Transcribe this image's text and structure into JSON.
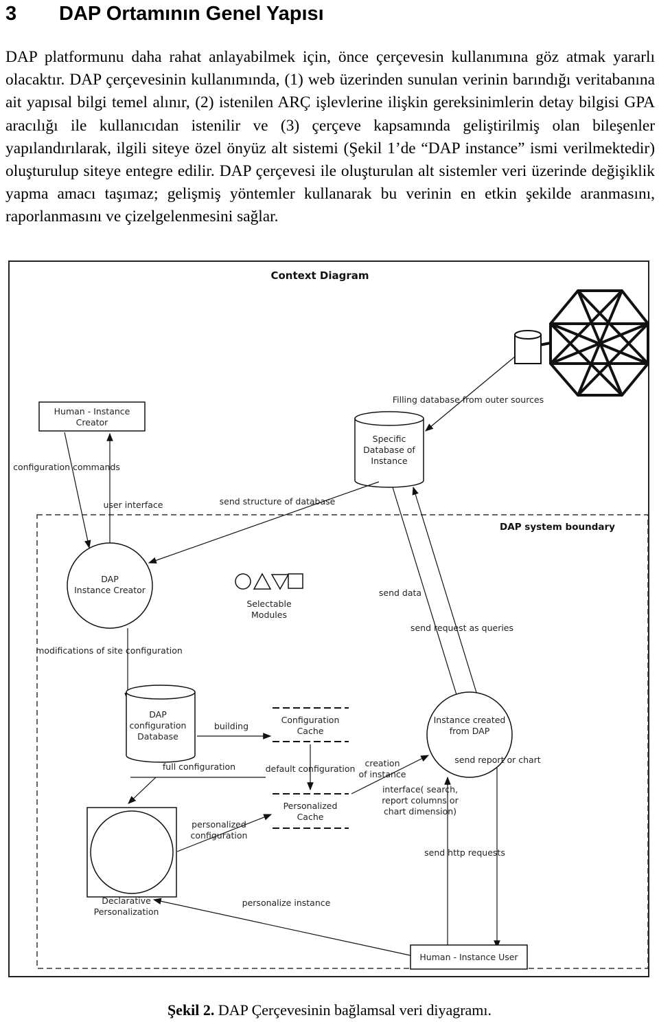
{
  "section": {
    "number": "3",
    "title": "DAP Ortamının Genel Yapısı"
  },
  "paragraph": "DAP platformunu daha rahat anlayabilmek için, önce çerçevesin kullanımına göz atmak yararlı olacaktır. DAP çerçevesinin kullanımında, (1) web üzerinden sunulan verinin barındığı veritabanına ait yapısal bilgi temel alınır, (2) istenilen ARÇ işlevlerine ilişkin gereksinimlerin detay bilgisi GPA aracılığı ile kullanıcıdan istenilir ve (3) çerçeve kapsamında geliştirilmiş olan bileşenler yapılandırılarak, ilgili siteye özel önyüz alt sistemi (Şekil 1’de “DAP instance” ismi verilmektedir) oluşturulup siteye entegre edilir. DAP çerçevesi ile oluşturulan alt sistemler veri üzerinde değişiklik yapma amacı taşımaz; gelişmiş yöntemler kullanarak bu verinin en etkin şekilde aranmasını, raporlanmasını ve çizelgelenmesini sağlar.",
  "diagram": {
    "title": "Context Diagram",
    "boundary_label": "DAP system boundary",
    "nodes": {
      "human_creator": [
        "Human - Instance",
        "Creator"
      ],
      "specific_db": [
        "Specific",
        "Database of",
        "Instance"
      ],
      "instance_creator": [
        "DAP",
        "Instance Creator"
      ],
      "selectable_modules": [
        "Selectable",
        "Modules"
      ],
      "config_db": [
        "DAP",
        "configuration",
        "Database"
      ],
      "config_cache": [
        "Configuration",
        "Cache"
      ],
      "personalized_cache": [
        "Personalized",
        "Cache"
      ],
      "instance_created": [
        "Instance created",
        "from DAP"
      ],
      "declarative": [
        "Declarative",
        "Personalization"
      ],
      "human_user": "Human - Instance User"
    },
    "labels": {
      "filling_db": "Filling database from outer sources",
      "config_commands": "configuration commands",
      "user_interface": "user interface",
      "send_structure": "send structure of database",
      "send_data": "send data",
      "send_request": "send request as queries",
      "modifications": "modifications of site configuration",
      "building": "building",
      "full_configuration": "full configuration",
      "default_configuration": "default configuration",
      "creation": [
        "creation",
        "of instance"
      ],
      "send_report": "send report or chart",
      "interface": [
        "interface( search,",
        "report columns or",
        "chart dimension)"
      ],
      "personalized_configuration": [
        "personalized",
        "configuration"
      ],
      "send_http": "send http requests",
      "personalize_instance": "personalize instance"
    }
  },
  "caption": {
    "label": "Şekil 2.",
    "text": "DAP Çerçevesinin bağlamsal veri diyagramı."
  }
}
